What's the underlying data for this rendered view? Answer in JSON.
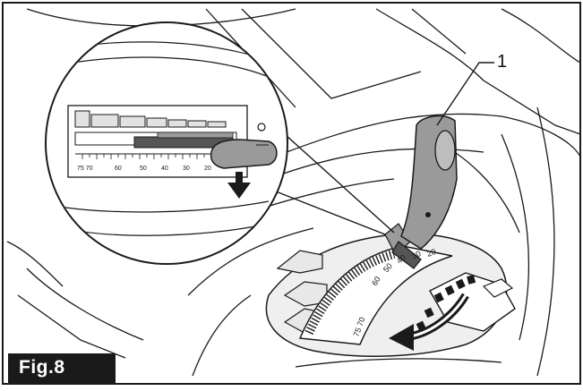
{
  "figure": {
    "label": "Fig.8",
    "callout_number": "1",
    "colors": {
      "line": "#1a1a1a",
      "shade_light": "#d6d6d6",
      "shade_mid": "#9a9a9a",
      "shade_dark": "#555555",
      "label_bg": "#1a1a1a",
      "label_fg": "#ffffff"
    },
    "scale_inset": {
      "ticks": [
        "75 70",
        "60",
        "50",
        "40",
        "30",
        "20"
      ]
    },
    "scale_main": {
      "ticks": [
        "75 70",
        "60",
        "50",
        "40",
        "30",
        "20"
      ]
    },
    "arrows": [
      "down-arrow-icon",
      "curved-left-arrow-icon"
    ]
  }
}
